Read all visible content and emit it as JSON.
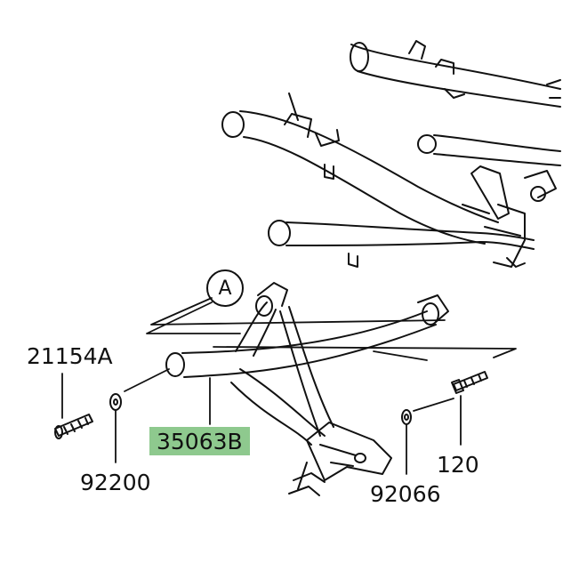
{
  "diagram": {
    "callouts": {
      "ref_a": "A",
      "part_21154a": "21154A",
      "part_35063b": "35063B",
      "part_92200": "92200",
      "part_92066": "92066",
      "part_120": "120"
    },
    "highlight_color": "#8ec98e",
    "line_color": "#111111"
  }
}
